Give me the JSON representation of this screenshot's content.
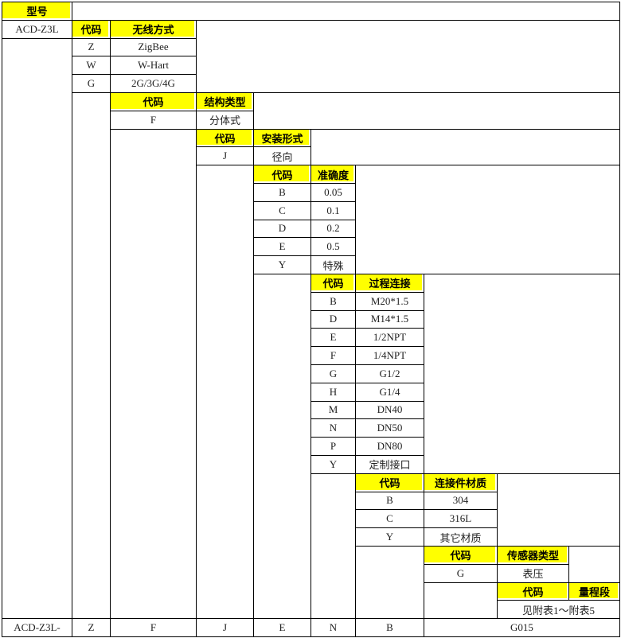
{
  "model_label": "型号",
  "model": "ACD-Z3L",
  "code_label": "代码",
  "wireless": {
    "title": "无线方式",
    "options": [
      {
        "code": "Z",
        "name": "ZigBee"
      },
      {
        "code": "W",
        "name": "W-Hart"
      },
      {
        "code": "G",
        "name": "2G/3G/4G"
      }
    ]
  },
  "structure": {
    "title": "结构类型",
    "options": [
      {
        "code": "F",
        "name": "分体式"
      }
    ]
  },
  "mounting": {
    "title": "安装形式",
    "options": [
      {
        "code": "J",
        "name": "径向"
      }
    ]
  },
  "accuracy": {
    "title": "准确度",
    "options": [
      {
        "code": "B",
        "name": "0.05"
      },
      {
        "code": "C",
        "name": "0.1"
      },
      {
        "code": "D",
        "name": "0.2"
      },
      {
        "code": "E",
        "name": "0.5"
      },
      {
        "code": "Y",
        "name": "特殊"
      }
    ]
  },
  "process": {
    "title": "过程连接",
    "options": [
      {
        "code": "B",
        "name": "M20*1.5"
      },
      {
        "code": "D",
        "name": "M14*1.5"
      },
      {
        "code": "E",
        "name": "1/2NPT"
      },
      {
        "code": "F",
        "name": "1/4NPT"
      },
      {
        "code": "G",
        "name": "G1/2"
      },
      {
        "code": "H",
        "name": "G1/4"
      },
      {
        "code": "M",
        "name": "DN40"
      },
      {
        "code": "N",
        "name": "DN50"
      },
      {
        "code": "P",
        "name": "DN80"
      },
      {
        "code": "Y",
        "name": "定制接口"
      }
    ]
  },
  "material": {
    "title": "连接件材质",
    "options": [
      {
        "code": "B",
        "name": "304"
      },
      {
        "code": "C",
        "name": "316L"
      },
      {
        "code": "Y",
        "name": "其它材质"
      }
    ]
  },
  "sensor": {
    "title": "传感器类型",
    "options": [
      {
        "code": "G",
        "name": "表压"
      }
    ]
  },
  "range": {
    "title": "量程段",
    "note": "见附表1～附表5"
  },
  "example": [
    "ACD-Z3L-",
    "Z",
    "F",
    "J",
    "E",
    "N",
    "B",
    "G015"
  ]
}
